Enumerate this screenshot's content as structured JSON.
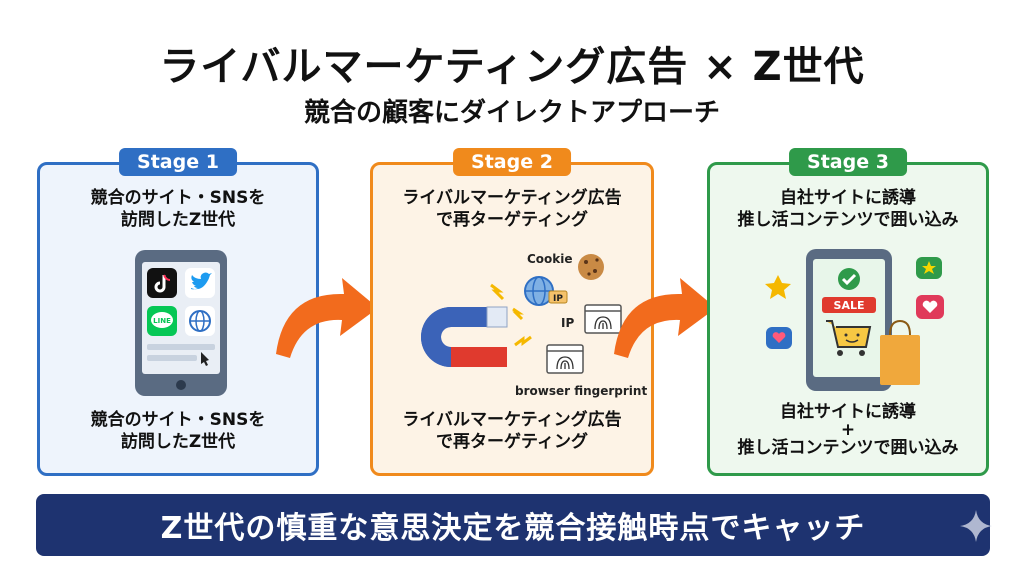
{
  "header": {
    "title": "ライバルマーケティング広告 × Z世代",
    "subtitle": "競合の顧客にダイレクトアプローチ"
  },
  "stages": [
    {
      "badge": "Stage 1",
      "top_lines": [
        "競合のサイト・SNSを",
        "訪問したZ世代"
      ],
      "bottom_lines": [
        "競合のサイト・SNSを",
        "訪問したZ世代"
      ],
      "icons": [
        "tiktok-icon",
        "twitter-icon",
        "line-icon",
        "globe-icon"
      ],
      "line_label": "LINE",
      "color": "#2f6fc4"
    },
    {
      "badge": "Stage 2",
      "top_lines": [
        "ライバルマーケティング広告",
        "で再ターゲティング"
      ],
      "bottom_lines": [
        "ライバルマーケティング広告",
        "で再ターゲティング"
      ],
      "labels": {
        "cookie": "Cookie",
        "ip_tag": "IP",
        "ip": "IP",
        "fingerprint": "browser fingerprint"
      },
      "color": "#f08a1c"
    },
    {
      "badge": "Stage 3",
      "top_lines": [
        "自社サイトに誘導",
        "推し活コンテンツで囲い込み"
      ],
      "bottom_lines": [
        "自社サイトに誘導",
        "+",
        "推し活コンテンツで囲い込み"
      ],
      "sale_label": "SALE",
      "color": "#2f9a4a"
    }
  ],
  "banner": {
    "text": "Z世代の慎重な意思決定を競合接触時点でキャッチ",
    "color": "#1e3370"
  },
  "arrow_color": "#f26b1d"
}
